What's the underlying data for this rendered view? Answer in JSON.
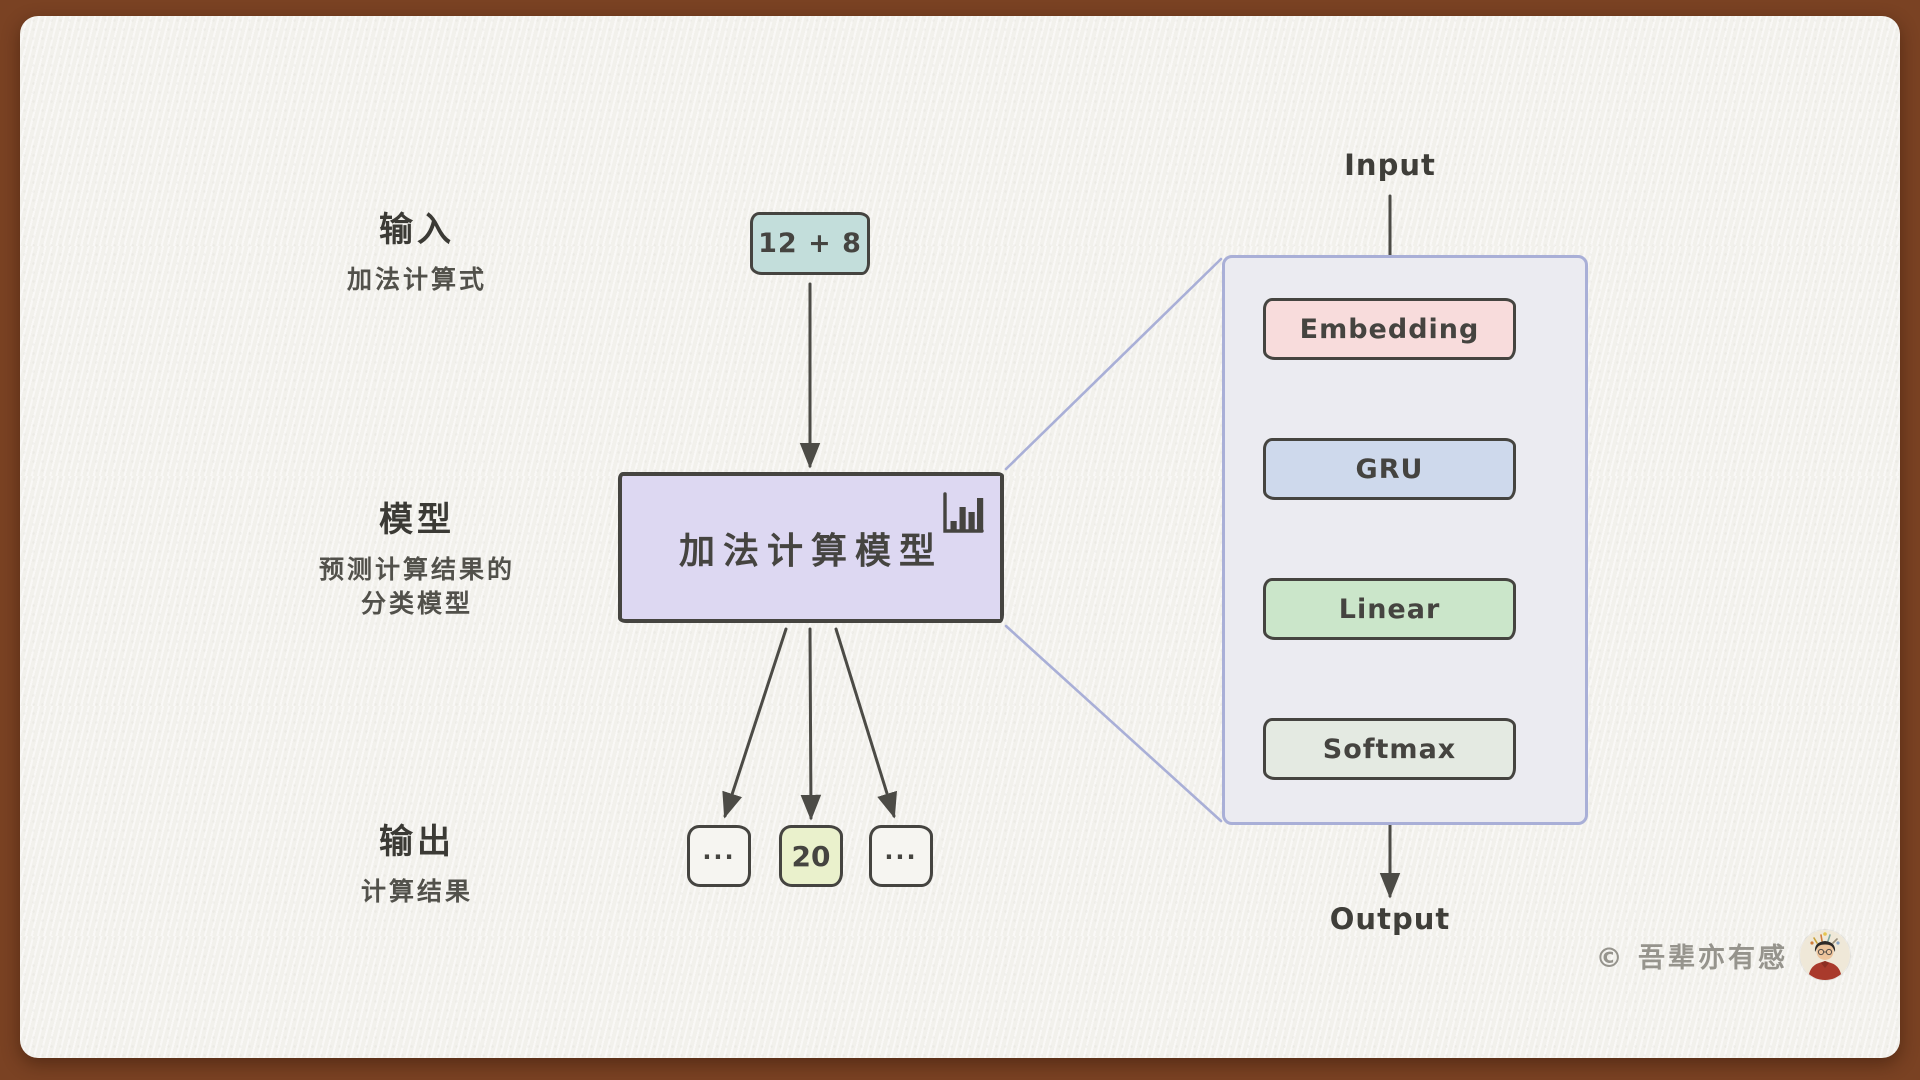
{
  "left_labels": {
    "input": {
      "title": "输入",
      "subtitle": "加法计算式"
    },
    "model": {
      "title": "模型",
      "subtitle_line1": "预测计算结果的",
      "subtitle_line2": "分类模型"
    },
    "output": {
      "title": "输出",
      "subtitle": "计算结果"
    }
  },
  "flow": {
    "input_box_label": "12 + 8",
    "model_box_label": "加法计算模型",
    "outputs": [
      "···",
      "20",
      "···"
    ]
  },
  "architecture": {
    "input_label": "Input",
    "output_label": "Output",
    "layers": [
      {
        "label": "Embedding",
        "color": "#f8dcdc"
      },
      {
        "label": "GRU",
        "color": "#ced9ec"
      },
      {
        "label": "Linear",
        "color": "#cbe6ca"
      },
      {
        "label": "Softmax",
        "color": "#e4eae2"
      }
    ]
  },
  "footer": {
    "copyright": "© 吾辈亦有感"
  },
  "colors": {
    "frame_brown": "#7a4223",
    "paper": "#f2f1ec",
    "stroke_dark": "#454440",
    "input_box_teal": "#c3dedb",
    "model_box_lavender": "#ddd8f2",
    "output_highlight_green": "#eaf1cc",
    "panel_fill": "#ebebf1",
    "panel_border": "#a9afd7",
    "copyright_grey": "#96948d"
  }
}
